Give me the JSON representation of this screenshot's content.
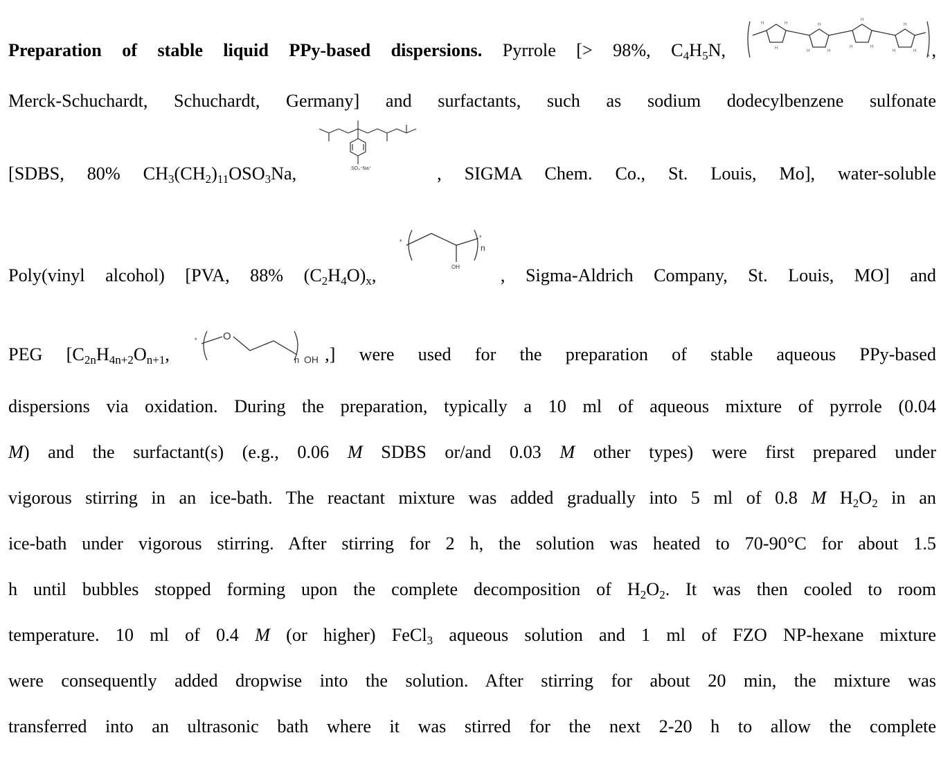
{
  "paragraph": {
    "l1_heading": "Preparation of stable liquid PPy-based dispersions.",
    "l1_a": " Pyrrole [> 98%, C",
    "l1_sub1": "4",
    "l1_b": "H",
    "l1_sub2": "5",
    "l1_c": "N, ",
    "l1_end": ",",
    "l2": "Merck-Schuchardt, Schuchardt, Germany] and surfactants, such as sodium dodecylbenzene sulfonate",
    "l3_a": "[SDBS, 80% CH",
    "l3_sub1": "3",
    "l3_b": "(CH",
    "l3_sub2": "2",
    "l3_c": ")",
    "l3_sub3": "11",
    "l3_d": "OSO",
    "l3_sub4": "3",
    "l3_e": "Na, ",
    "l3_f": ", SIGMA Chem. Co., St. Louis, Mo], water-soluble",
    "l4_a": "Poly(vinyl alcohol) [PVA, 88% (C",
    "l4_sub1": "2",
    "l4_b": "H",
    "l4_sub2": "4",
    "l4_c": "O)",
    "l4_sub3": "x",
    "l4_d": ", ",
    "l4_e": ", Sigma-Aldrich Company, St. Louis, MO] and",
    "l5_a": "PEG [C",
    "l5_sub1": "2n",
    "l5_b": "H",
    "l5_sub2": "4n+2",
    "l5_c": "O",
    "l5_sub3": "n+1",
    "l5_d": ", ",
    "l5_e": ",] were used for the preparation of stable aqueous PPy-based",
    "l6": "dispersions via oxidation. During the preparation, typically a 10 ml of aqueous mixture of pyrrole (0.04",
    "l7_a": "M",
    "l7_b": ") and the surfactant(s) (e.g., 0.06 ",
    "l7_c": "M",
    "l7_d": " SDBS or/and 0.03 ",
    "l7_e": "M",
    "l7_f": " other types) were first prepared under",
    "l8_a": "vigorous stirring in an ice-bath. The reactant mixture was added gradually into 5 ml of 0.8 ",
    "l8_b": "M",
    "l8_c": " H",
    "l8_sub1": "2",
    "l8_d": "O",
    "l8_sub2": "2",
    "l8_e": " in an",
    "l9": "ice-bath under vigorous stirring. After stirring for 2 h, the solution was heated to 70-90°C for about 1.5",
    "l10_a": "h until bubbles stopped forming upon the complete decomposition of H",
    "l10_sub1": "2",
    "l10_b": "O",
    "l10_sub2": "2",
    "l10_c": ". It was then cooled to room",
    "l11": "temperature. 10 ml of 0.4 ",
    "l11_m": "M",
    "l11_b": " (or higher) FeCl",
    "l11_sub1": "3",
    "l11_c": " aqueous solution and 1 ml of FZO NP-hexane mixture",
    "l12": "were consequently added dropwise into the solution. After stirring for about 20 min, the mixture was",
    "l13": "transferred into an ultrasonic bath where it was stirred for the next 2-20 h to allow the complete"
  },
  "structures": {
    "sdbs_label": "SO₃⁻Na⁺",
    "pva_oh": "OH",
    "pva_n": "n",
    "peg_o": "O",
    "peg_n": "n",
    "peg_oh": "OH",
    "star": "*"
  }
}
